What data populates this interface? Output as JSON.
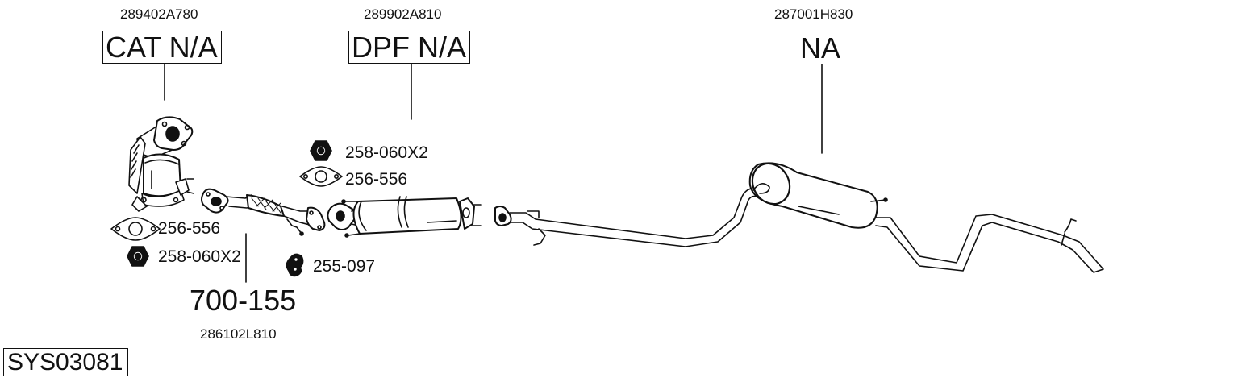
{
  "diagram": {
    "system_code": "SYS03081",
    "background_color": "#ffffff",
    "line_color": "#111111",
    "assemblies": [
      {
        "id": "catalyst",
        "oem_number": "289402A780",
        "label": "CAT N/A",
        "boxed": true
      },
      {
        "id": "dpf",
        "oem_number": "289902A810",
        "label": "DPF N/A",
        "boxed": true
      },
      {
        "id": "rear_muffler",
        "oem_number": "287001H830",
        "label": "NA",
        "boxed": false
      },
      {
        "id": "front_pipe",
        "oem_number": "286102L810",
        "label": "700-155",
        "boxed": false
      }
    ],
    "fittings": [
      {
        "id": "gasket_left",
        "icon": "gasket-icon",
        "part": "256-556"
      },
      {
        "id": "nut_left",
        "icon": "hex-nut-icon",
        "part": "258-060X2"
      },
      {
        "id": "nut_right",
        "icon": "hex-nut-icon",
        "part": "258-060X2"
      },
      {
        "id": "gasket_right",
        "icon": "gasket-icon",
        "part": "256-556"
      },
      {
        "id": "rubber_mount",
        "icon": "rubber-hanger-icon",
        "part": "255-097"
      }
    ]
  }
}
